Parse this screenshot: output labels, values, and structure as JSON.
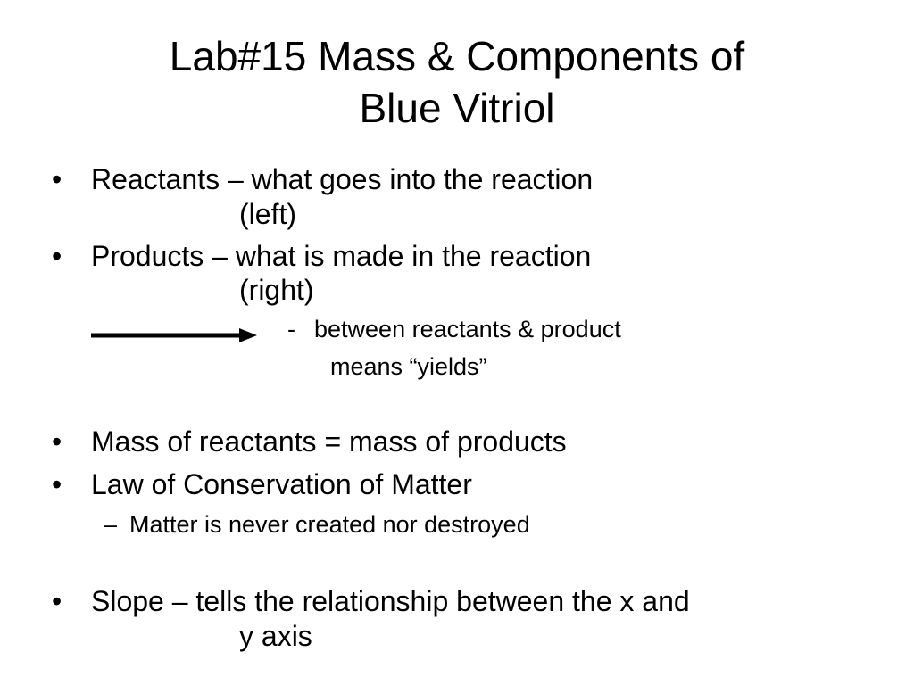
{
  "slide": {
    "title_line1": "Lab#15 Mass & Components of",
    "title_line2": "Blue Vitriol",
    "bullet_symbol": "•",
    "sub_dash_symbol": "–",
    "items": [
      {
        "text": "Reactants – what goes into the reaction",
        "continuation": "(left)"
      },
      {
        "text": "Products – what is made in the reaction",
        "continuation": "(right)"
      },
      {
        "text": "Mass of reactants = mass of products"
      },
      {
        "text": "Law of Conservation of Matter"
      },
      {
        "text": "Slope – tells the relationship between the x and",
        "continuation": "y axis"
      }
    ],
    "arrow_note": {
      "dash": "-",
      "line1": "between reactants & product",
      "line2": "means “yields”",
      "icon": "right-arrow-icon"
    },
    "sub_item": "Matter is never created nor destroyed"
  }
}
